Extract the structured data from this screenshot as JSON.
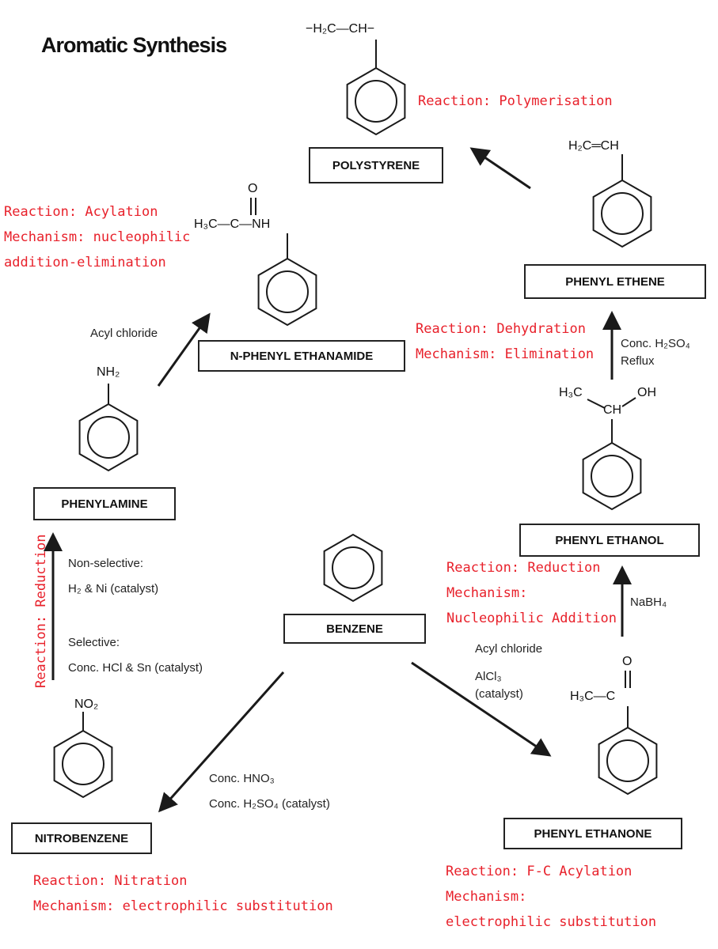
{
  "title": "Aromatic Synthesis",
  "compounds": {
    "polystyrene": "POLYSTYRENE",
    "phenyl_ethene": "PHENYL ETHENE",
    "n_phenyl_ethanamide": "N-PHENYL ETHANAMIDE",
    "phenylamine": "PHENYLAMINE",
    "phenyl_ethanol": "PHENYL ETHANOL",
    "benzene": "BENZENE",
    "nitrobenzene": "NITROBENZENE",
    "phenyl_ethanone": "PHENYL ETHANONE"
  },
  "reactions": {
    "polymerisation": {
      "reaction": "Reaction: Polymerisation"
    },
    "acylation": {
      "reaction": "Reaction: Acylation",
      "mechanism_1": "Mechanism: nucleophilic",
      "mechanism_2": "addition-elimination"
    },
    "dehydration": {
      "reaction": "Reaction: Dehydration",
      "mechanism": "Mechanism: Elimination"
    },
    "reduction_ketone": {
      "reaction": "Reaction: Reduction",
      "mechanism_1": "Mechanism:",
      "mechanism_2": "Nucleophilic Addition"
    },
    "reduction_nitro": {
      "reaction": "Reaction: Reduction"
    },
    "nitration": {
      "reaction": "Reaction: Nitration",
      "mechanism": "Mechanism: electrophilic substitution"
    },
    "fc_acylation": {
      "reaction": "Reaction: F-C Acylation",
      "mechanism_1": "Mechanism:",
      "mechanism_2": "electrophilic substitution"
    }
  },
  "conditions": {
    "acyl_chloride_amide": "Acyl chloride",
    "dehydration_1": "Conc. H₂SO₄",
    "dehydration_2": "Reflux",
    "nabh4": "NaBH₄",
    "nonselective_1": "Non-selective:",
    "nonselective_2": "H₂ & Ni (catalyst)",
    "selective_1": "Selective:",
    "selective_2": "Conc. HCl & Sn (catalyst)",
    "fc_1": "Acyl chloride",
    "fc_2": "AlCl₃",
    "fc_3": "(catalyst)",
    "nitration_1": "Conc. HNO₃",
    "nitration_2": "Conc. H₂SO₄ (catalyst)"
  },
  "structures": {
    "polymer_chain": "−H₂C—CH−",
    "vinyl": "H₂C═CH",
    "amide_o": "O",
    "amide_chain": "H₃C—C—NH",
    "amine": "NH₂",
    "ethanol_ch3": "H₃C",
    "ethanol_ch": "CH",
    "ethanol_oh": "OH",
    "nitro": "NO₂",
    "ketone_o": "O",
    "ketone_chain": "H₃C—C"
  },
  "colors": {
    "annotation": "#e8212b",
    "line": "#1a1a1a"
  }
}
